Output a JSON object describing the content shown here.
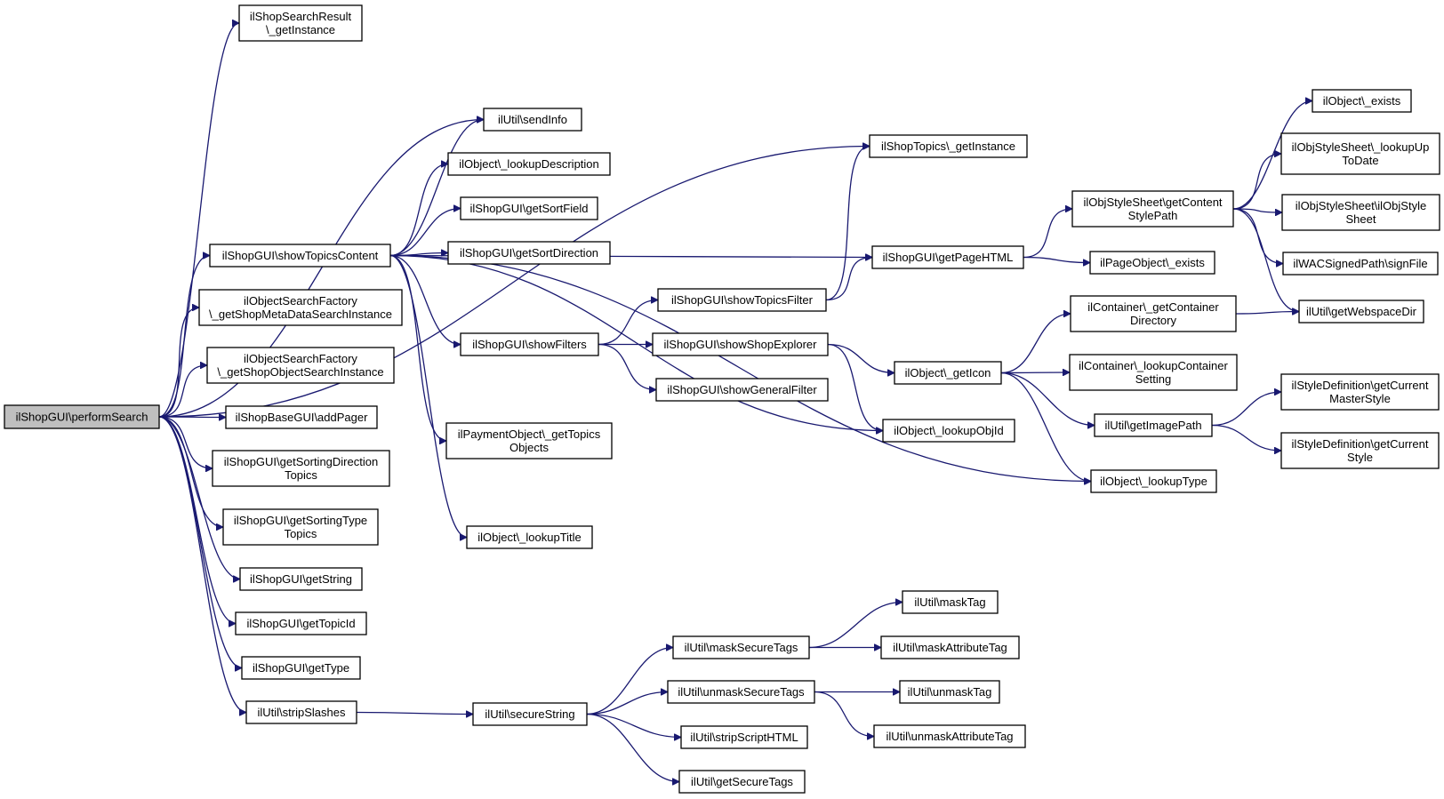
{
  "colors": {
    "edge": "#191970",
    "root_fill": "#bfbfbf",
    "node_fill": "#ffffff",
    "border": "#000000"
  },
  "nodes": [
    {
      "id": "root",
      "lines": [
        "ilShopGUI\\performSearch"
      ]
    },
    {
      "id": "n_search_result",
      "lines": [
        "ilShopSearchResult",
        "\\_getInstance"
      ]
    },
    {
      "id": "n_sendinfo",
      "lines": [
        "ilUtil\\sendInfo"
      ]
    },
    {
      "id": "n_lookupdesc",
      "lines": [
        "ilObject\\_lookupDescription"
      ]
    },
    {
      "id": "n_sortfield",
      "lines": [
        "ilShopGUI\\getSortField"
      ]
    },
    {
      "id": "n_sortdir",
      "lines": [
        "ilShopGUI\\getSortDirection"
      ]
    },
    {
      "id": "n_showtopicscontent",
      "lines": [
        "ilShopGUI\\showTopicsContent"
      ]
    },
    {
      "id": "n_metasearch",
      "lines": [
        "ilObjectSearchFactory",
        "\\_getShopMetaDataSearchInstance"
      ]
    },
    {
      "id": "n_objsearch",
      "lines": [
        "ilObjectSearchFactory",
        "\\_getShopObjectSearchInstance"
      ]
    },
    {
      "id": "n_addpager",
      "lines": [
        "ilShopBaseGUI\\addPager"
      ]
    },
    {
      "id": "n_sortingdirtopics",
      "lines": [
        "ilShopGUI\\getSortingDirection",
        "Topics"
      ]
    },
    {
      "id": "n_sortingtypetopics",
      "lines": [
        "ilShopGUI\\getSortingType",
        "Topics"
      ]
    },
    {
      "id": "n_getstring",
      "lines": [
        "ilShopGUI\\getString"
      ]
    },
    {
      "id": "n_gettopicid",
      "lines": [
        "ilShopGUI\\getTopicId"
      ]
    },
    {
      "id": "n_gettype",
      "lines": [
        "ilShopGUI\\getType"
      ]
    },
    {
      "id": "n_stripslashes",
      "lines": [
        "ilUtil\\stripSlashes"
      ]
    },
    {
      "id": "n_shoptopics",
      "lines": [
        "ilShopTopics\\_getInstance"
      ]
    },
    {
      "id": "n_showfilters",
      "lines": [
        "ilShopGUI\\showFilters"
      ]
    },
    {
      "id": "n_paymenttopics",
      "lines": [
        "ilPaymentObject\\_getTopics",
        "Objects"
      ]
    },
    {
      "id": "n_lookuptitle",
      "lines": [
        "ilObject\\_lookupTitle"
      ]
    },
    {
      "id": "n_showtopicsfilter",
      "lines": [
        "ilShopGUI\\showTopicsFilter"
      ]
    },
    {
      "id": "n_showshopexplorer",
      "lines": [
        "ilShopGUI\\showShopExplorer"
      ]
    },
    {
      "id": "n_showgeneralfilter",
      "lines": [
        "ilShopGUI\\showGeneralFilter"
      ]
    },
    {
      "id": "n_getpagehtml",
      "lines": [
        "ilShopGUI\\getPageHTML"
      ]
    },
    {
      "id": "n_geticon",
      "lines": [
        "ilObject\\_getIcon"
      ]
    },
    {
      "id": "n_lookupobjid",
      "lines": [
        "ilObject\\_lookupObjId"
      ]
    },
    {
      "id": "n_contentstylepath",
      "lines": [
        "ilObjStyleSheet\\getContent",
        "StylePath"
      ]
    },
    {
      "id": "n_pageobjexists",
      "lines": [
        "ilPageObject\\_exists"
      ]
    },
    {
      "id": "n_containerdir",
      "lines": [
        "ilContainer\\_getContainer",
        "Directory"
      ]
    },
    {
      "id": "n_containersetting",
      "lines": [
        "ilContainer\\_lookupContainer",
        "Setting"
      ]
    },
    {
      "id": "n_getimagepath",
      "lines": [
        "ilUtil\\getImagePath"
      ]
    },
    {
      "id": "n_lookuptype",
      "lines": [
        "ilObject\\_lookupType"
      ]
    },
    {
      "id": "n_objexists",
      "lines": [
        "ilObject\\_exists"
      ]
    },
    {
      "id": "n_lookupuptodate",
      "lines": [
        "ilObjStyleSheet\\_lookupUp",
        "ToDate"
      ]
    },
    {
      "id": "n_objstylesheet",
      "lines": [
        "ilObjStyleSheet\\ilObjStyle",
        "Sheet"
      ]
    },
    {
      "id": "n_signfile",
      "lines": [
        "ilWACSignedPath\\signFile"
      ]
    },
    {
      "id": "n_webspacedir",
      "lines": [
        "ilUtil\\getWebspaceDir"
      ]
    },
    {
      "id": "n_mastersyle",
      "lines": [
        "ilStyleDefinition\\getCurrent",
        "MasterStyle"
      ]
    },
    {
      "id": "n_currentstyle",
      "lines": [
        "ilStyleDefinition\\getCurrent",
        "Style"
      ]
    },
    {
      "id": "n_securestring",
      "lines": [
        "ilUtil\\secureString"
      ]
    },
    {
      "id": "n_masksecuretags",
      "lines": [
        "ilUtil\\maskSecureTags"
      ]
    },
    {
      "id": "n_unmasksecuretags",
      "lines": [
        "ilUtil\\unmaskSecureTags"
      ]
    },
    {
      "id": "n_stripscripthtml",
      "lines": [
        "ilUtil\\stripScriptHTML"
      ]
    },
    {
      "id": "n_getsecuretags",
      "lines": [
        "ilUtil\\getSecureTags"
      ]
    },
    {
      "id": "n_masktag",
      "lines": [
        "ilUtil\\maskTag"
      ]
    },
    {
      "id": "n_maskattrtag",
      "lines": [
        "ilUtil\\maskAttributeTag"
      ]
    },
    {
      "id": "n_unmasktag",
      "lines": [
        "ilUtil\\unmaskTag"
      ]
    },
    {
      "id": "n_unmaskattrtag",
      "lines": [
        "ilUtil\\unmaskAttributeTag"
      ]
    }
  ],
  "edges": [
    [
      "root",
      "n_search_result"
    ],
    [
      "root",
      "n_sendinfo"
    ],
    [
      "root",
      "n_shoptopics"
    ],
    [
      "root",
      "n_showtopicscontent"
    ],
    [
      "root",
      "n_metasearch"
    ],
    [
      "root",
      "n_objsearch"
    ],
    [
      "root",
      "n_addpager"
    ],
    [
      "root",
      "n_sortingdirtopics"
    ],
    [
      "root",
      "n_sortingtypetopics"
    ],
    [
      "root",
      "n_getstring"
    ],
    [
      "root",
      "n_gettopicid"
    ],
    [
      "root",
      "n_gettype"
    ],
    [
      "root",
      "n_stripslashes"
    ],
    [
      "n_showtopicscontent",
      "n_sendinfo"
    ],
    [
      "n_showtopicscontent",
      "n_lookupdesc"
    ],
    [
      "n_showtopicscontent",
      "n_sortfield"
    ],
    [
      "n_showtopicscontent",
      "n_sortdir"
    ],
    [
      "n_showtopicscontent",
      "n_getpagehtml"
    ],
    [
      "n_showtopicscontent",
      "n_showfilters"
    ],
    [
      "n_showtopicscontent",
      "n_lookupobjid"
    ],
    [
      "n_showtopicscontent",
      "n_paymenttopics"
    ],
    [
      "n_showtopicscontent",
      "n_lookuptype"
    ],
    [
      "n_showtopicscontent",
      "n_lookuptitle"
    ],
    [
      "n_showfilters",
      "n_showtopicsfilter"
    ],
    [
      "n_showfilters",
      "n_showshopexplorer"
    ],
    [
      "n_showfilters",
      "n_showgeneralfilter"
    ],
    [
      "n_showtopicsfilter",
      "n_shoptopics"
    ],
    [
      "n_showtopicsfilter",
      "n_getpagehtml"
    ],
    [
      "n_showshopexplorer",
      "n_geticon"
    ],
    [
      "n_showshopexplorer",
      "n_lookupobjid"
    ],
    [
      "n_getpagehtml",
      "n_contentstylepath"
    ],
    [
      "n_getpagehtml",
      "n_pageobjexists"
    ],
    [
      "n_contentstylepath",
      "n_objexists"
    ],
    [
      "n_contentstylepath",
      "n_lookupuptodate"
    ],
    [
      "n_contentstylepath",
      "n_objstylesheet"
    ],
    [
      "n_contentstylepath",
      "n_signfile"
    ],
    [
      "n_contentstylepath",
      "n_webspacedir"
    ],
    [
      "n_geticon",
      "n_containerdir"
    ],
    [
      "n_geticon",
      "n_containersetting"
    ],
    [
      "n_geticon",
      "n_getimagepath"
    ],
    [
      "n_geticon",
      "n_lookuptype"
    ],
    [
      "n_containerdir",
      "n_webspacedir"
    ],
    [
      "n_getimagepath",
      "n_mastersyle"
    ],
    [
      "n_getimagepath",
      "n_currentstyle"
    ],
    [
      "n_stripslashes",
      "n_securestring"
    ],
    [
      "n_securestring",
      "n_masksecuretags"
    ],
    [
      "n_securestring",
      "n_unmasksecuretags"
    ],
    [
      "n_securestring",
      "n_stripscripthtml"
    ],
    [
      "n_securestring",
      "n_getsecuretags"
    ],
    [
      "n_masksecuretags",
      "n_masktag"
    ],
    [
      "n_masksecuretags",
      "n_maskattrtag"
    ],
    [
      "n_unmasksecuretags",
      "n_unmasktag"
    ],
    [
      "n_unmasksecuretags",
      "n_unmaskattrtag"
    ]
  ]
}
